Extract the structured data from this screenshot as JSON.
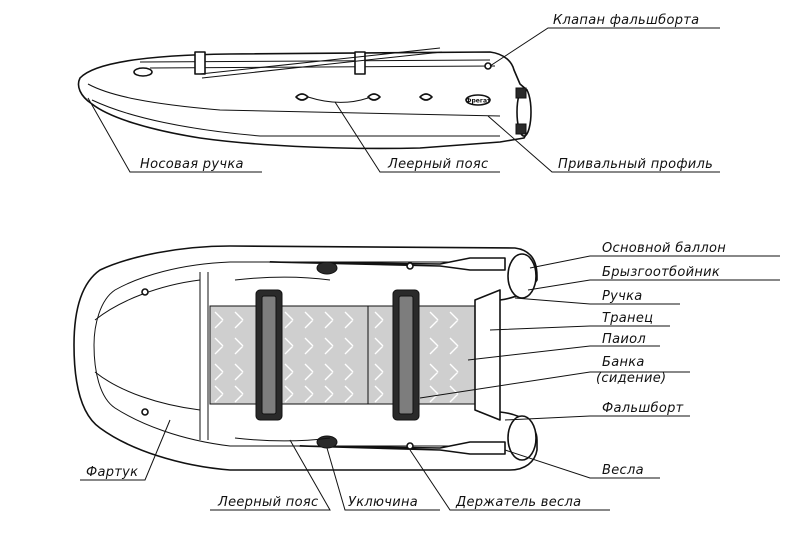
{
  "labels": {
    "valve": "Клапан фальшборта",
    "bow_handle": "Носовая ручка",
    "lifeline_side": "Леерный пояс",
    "rub_strake": "Привальный профиль",
    "main_tube": "Основной баллон",
    "splash_guard": "Брызгоотбойник",
    "handle": "Ручка",
    "transom": "Транец",
    "floor": "Паиол",
    "bench_line1": "Банка",
    "bench_line2": "(сидение)",
    "bulwark": "Фальшборт",
    "apron": "Фартук",
    "oars": "Весла",
    "lifeline_top": "Леерный пояс",
    "oarlock": "Уключина",
    "oar_holder": "Держатель весла"
  },
  "brand_mark": "Фрегат",
  "colors": {
    "line": "#111111",
    "floor_fill": "#cfcfcf",
    "seat_fill": "#2a2a2a"
  }
}
